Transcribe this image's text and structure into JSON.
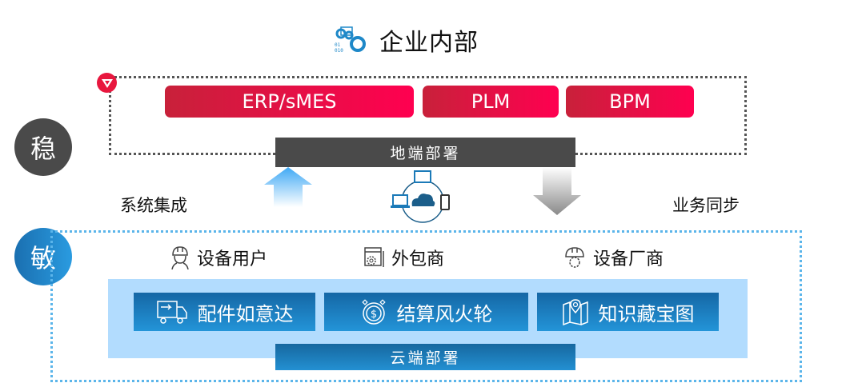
{
  "header": {
    "title": "企业内部",
    "icon": "gears-data-icon"
  },
  "enterprise": {
    "systems": [
      "ERP/sMES",
      "PLM",
      "BPM"
    ],
    "deploy_label": "地端部署",
    "brand_color": "#e8173e"
  },
  "side_labels": {
    "stable": "稳",
    "agile": "敏"
  },
  "flows": {
    "left": "系统集成",
    "right": "业务同步"
  },
  "cloud": {
    "roles": [
      {
        "label": "设备用户",
        "icon": "worker-helmet-icon"
      },
      {
        "label": "外包商",
        "icon": "window-gear-icon"
      },
      {
        "label": "设备厂商",
        "icon": "helmet-gear-icon"
      }
    ],
    "apps": [
      {
        "label": "配件如意达",
        "icon": "delivery-truck-icon"
      },
      {
        "label": "结算风火轮",
        "icon": "stopwatch-dollar-icon"
      },
      {
        "label": "知识藏宝图",
        "icon": "map-pin-icon"
      }
    ],
    "deploy_label": "云端部署"
  },
  "colors": {
    "red": "#e8173e",
    "dark": "#4a4a4a",
    "blue": "#1e80c4",
    "light_blue": "#b2dcfe"
  }
}
